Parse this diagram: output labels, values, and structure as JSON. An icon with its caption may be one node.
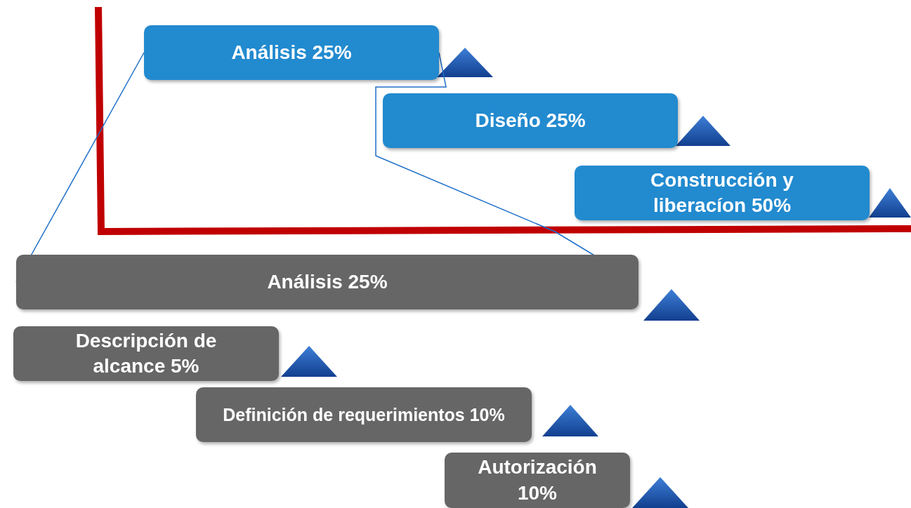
{
  "diagram": {
    "nodes": [
      {
        "text": [
          "Análisis 25%"
        ]
      },
      {
        "text": [
          "Diseño 25%"
        ]
      },
      {
        "text": [
          "Construcción y liberacíon 50%"
        ]
      },
      {
        "text": [
          "Análisis 25%"
        ]
      },
      {
        "text": [
          "Descripción de alcance 5%"
        ]
      },
      {
        "text": [
          "Definición de requerimientos 10%"
        ]
      },
      {
        "text": [
          "Autorización 10%"
        ]
      }
    ],
    "edges": [
      {
        "from": 0,
        "to": 3,
        "arrow": "none"
      },
      {
        "from": 0,
        "to": 3,
        "arrow": "none"
      }
    ]
  }
}
